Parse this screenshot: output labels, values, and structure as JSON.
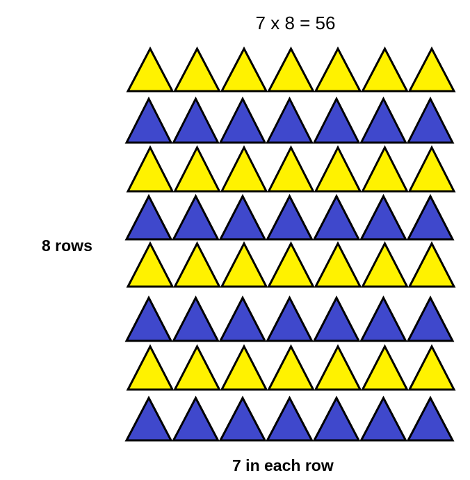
{
  "equation": "7 x 8 = 56",
  "rows_label": "8 rows",
  "columns_label": "7 in each row",
  "grid": {
    "rows": 8,
    "per_row": 7,
    "row_colors": [
      "#FFF200",
      "#3F48CC",
      "#FFF200",
      "#3F48CC",
      "#FFF200",
      "#3F48CC",
      "#FFF200",
      "#3F48CC"
    ]
  }
}
